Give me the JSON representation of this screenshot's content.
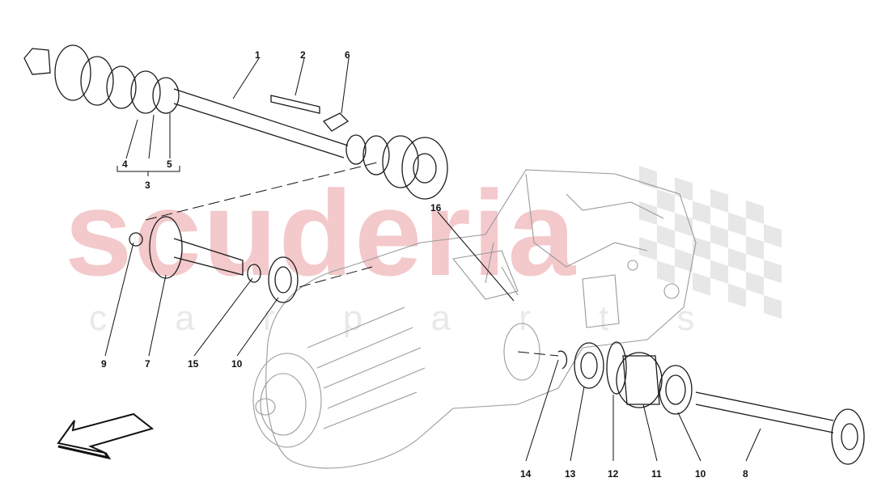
{
  "watermark": {
    "brand": "scuderia",
    "sub": "c a r   p a r t s"
  },
  "callouts": [
    {
      "id": "c1",
      "text": "1"
    },
    {
      "id": "c2",
      "text": "2"
    },
    {
      "id": "c6",
      "text": "6"
    },
    {
      "id": "c4",
      "text": "4"
    },
    {
      "id": "c5",
      "text": "5"
    },
    {
      "id": "c3",
      "text": "3"
    },
    {
      "id": "c16",
      "text": "16"
    },
    {
      "id": "c9",
      "text": "9"
    },
    {
      "id": "c7",
      "text": "7"
    },
    {
      "id": "c15",
      "text": "15"
    },
    {
      "id": "c10a",
      "text": "10"
    },
    {
      "id": "c14",
      "text": "14"
    },
    {
      "id": "c13",
      "text": "13"
    },
    {
      "id": "c12",
      "text": "12"
    },
    {
      "id": "c11",
      "text": "11"
    },
    {
      "id": "c10b",
      "text": "10"
    },
    {
      "id": "c8",
      "text": "8"
    }
  ],
  "icons": {
    "direction_arrow": "front-direction-arrow-icon",
    "checker_flag": "checkered-flag-icon"
  }
}
